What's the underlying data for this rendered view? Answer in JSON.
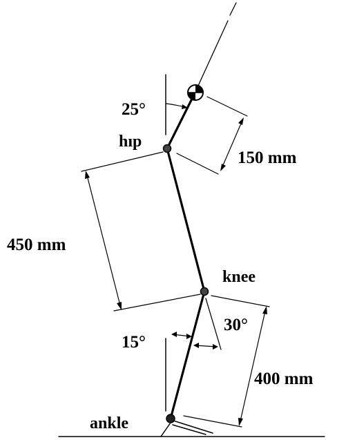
{
  "labels": {
    "hip": "hıp",
    "knee": "knee",
    "ankle": "ankle",
    "angle_top": "25°",
    "angle_lower_left": "15°",
    "angle_lower_right": "30°",
    "dim_trunk": "150 mm",
    "dim_thigh": "450 mm",
    "dim_shank": "400 mm"
  },
  "style": {
    "ink_color": "#000000",
    "background": "#ffffff"
  }
}
